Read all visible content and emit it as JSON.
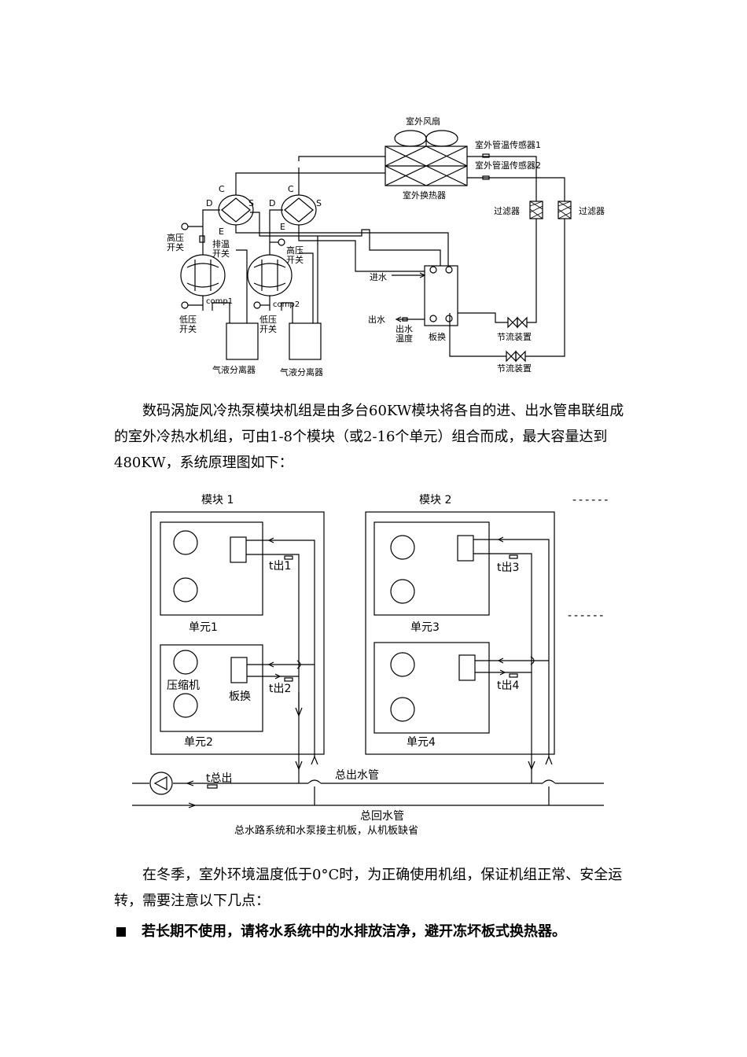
{
  "diagram1": {
    "labels": {
      "outdoor_fan": "室外风扇",
      "pipe_sensor_1": "室外管温传感器1",
      "pipe_sensor_2": "室外管温传感器2",
      "outdoor_exchanger": "室外换热器",
      "filter_1": "过滤器",
      "filter_2": "过滤器",
      "c1": "C",
      "d1": "D",
      "s1": "S",
      "e1": "E",
      "c2": "C",
      "d2": "D",
      "s2": "S",
      "e2": "E",
      "high_pressure_1": [
        "高压",
        "开关"
      ],
      "exhaust_temp": [
        "排温",
        "开关"
      ],
      "high_pressure_2": [
        "高压",
        "开关"
      ],
      "comp1": "comp1",
      "comp2": "comp2",
      "low_pressure_1": [
        "低压",
        "开关"
      ],
      "low_pressure_2": [
        "低压",
        "开关"
      ],
      "separator_1": "气液分离器",
      "separator_2": "气液分离器",
      "water_in": "进水",
      "water_out": "出水",
      "outlet_temp": [
        "出水",
        "温度"
      ],
      "plate_exchanger": "板换",
      "throttle_1": "节流装置",
      "throttle_2": "节流装置"
    }
  },
  "paragraph1": "数码涡旋风冷热泵模块机组是由多台60KW模块将各自的进、出水管串联组成的室外冷热水机组，可由1-8个模块（或2-16个单元）组合而成，最大容量达到480KW，系统原理图如下：",
  "diagram2": {
    "module1": "模块 1",
    "module2": "模块 2",
    "dashes_1": "------",
    "dashes_2": "------",
    "unit1": "单元1",
    "unit2": "单元2",
    "unit3": "单元3",
    "unit4": "单元4",
    "t_out_1": "t出1",
    "t_out_2": "t出2",
    "t_out_3": "t出3",
    "t_out_4": "t出4",
    "compressor": "压缩机",
    "plate_exchanger": "板换",
    "t_total_out": "t总出",
    "main_out_pipe": "总出水管",
    "main_return_pipe": "总回水管",
    "footnote": "总水路系统和水泵接主机板，从机板缺省"
  },
  "paragraph2": "在冬季，室外环境温度低于0°C时，为正确使用机组，保证机组正常、安全运转，需要注意以下几点：",
  "bullet1": "若长期不使用，请将水系统中的水排放洁净，避开冻坏板式换热器。"
}
